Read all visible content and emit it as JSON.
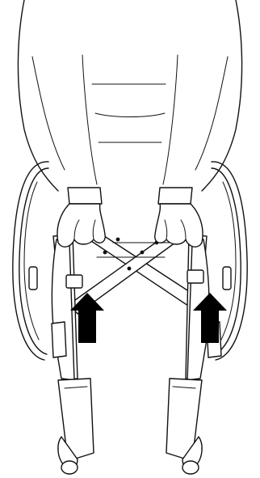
{
  "figure": {
    "subject": "wheelchair-folding",
    "arrow_color": "#000000",
    "line_color": "#111111",
    "background": "#ffffff",
    "arrows": [
      {
        "side": "left",
        "direction": "up"
      },
      {
        "side": "right",
        "direction": "up"
      }
    ]
  }
}
